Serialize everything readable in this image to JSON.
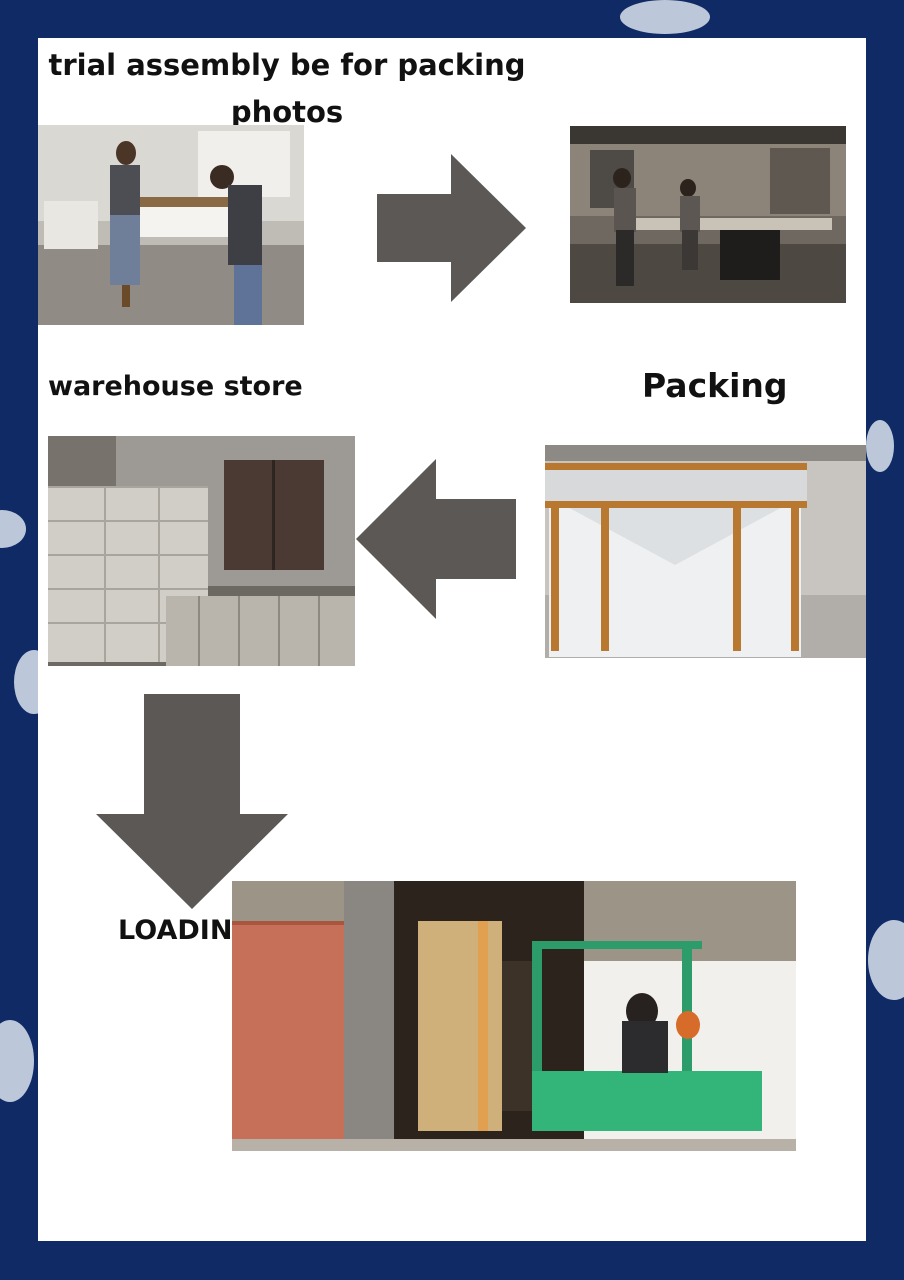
{
  "title": "trial assembly be for packing photos",
  "steps": {
    "trial_assembly": "trial assembly be for packing photos",
    "packing": "Packing",
    "warehouse": "warehouse store",
    "loading": "LOADING"
  },
  "colors": {
    "background": "#102a66",
    "sheet": "#ffffff",
    "arrow": "#5b5856",
    "text": "#111111"
  },
  "icons": {
    "arrow_right": "arrow-right-icon",
    "arrow_left": "arrow-left-icon",
    "arrow_down": "arrow-down-icon"
  }
}
